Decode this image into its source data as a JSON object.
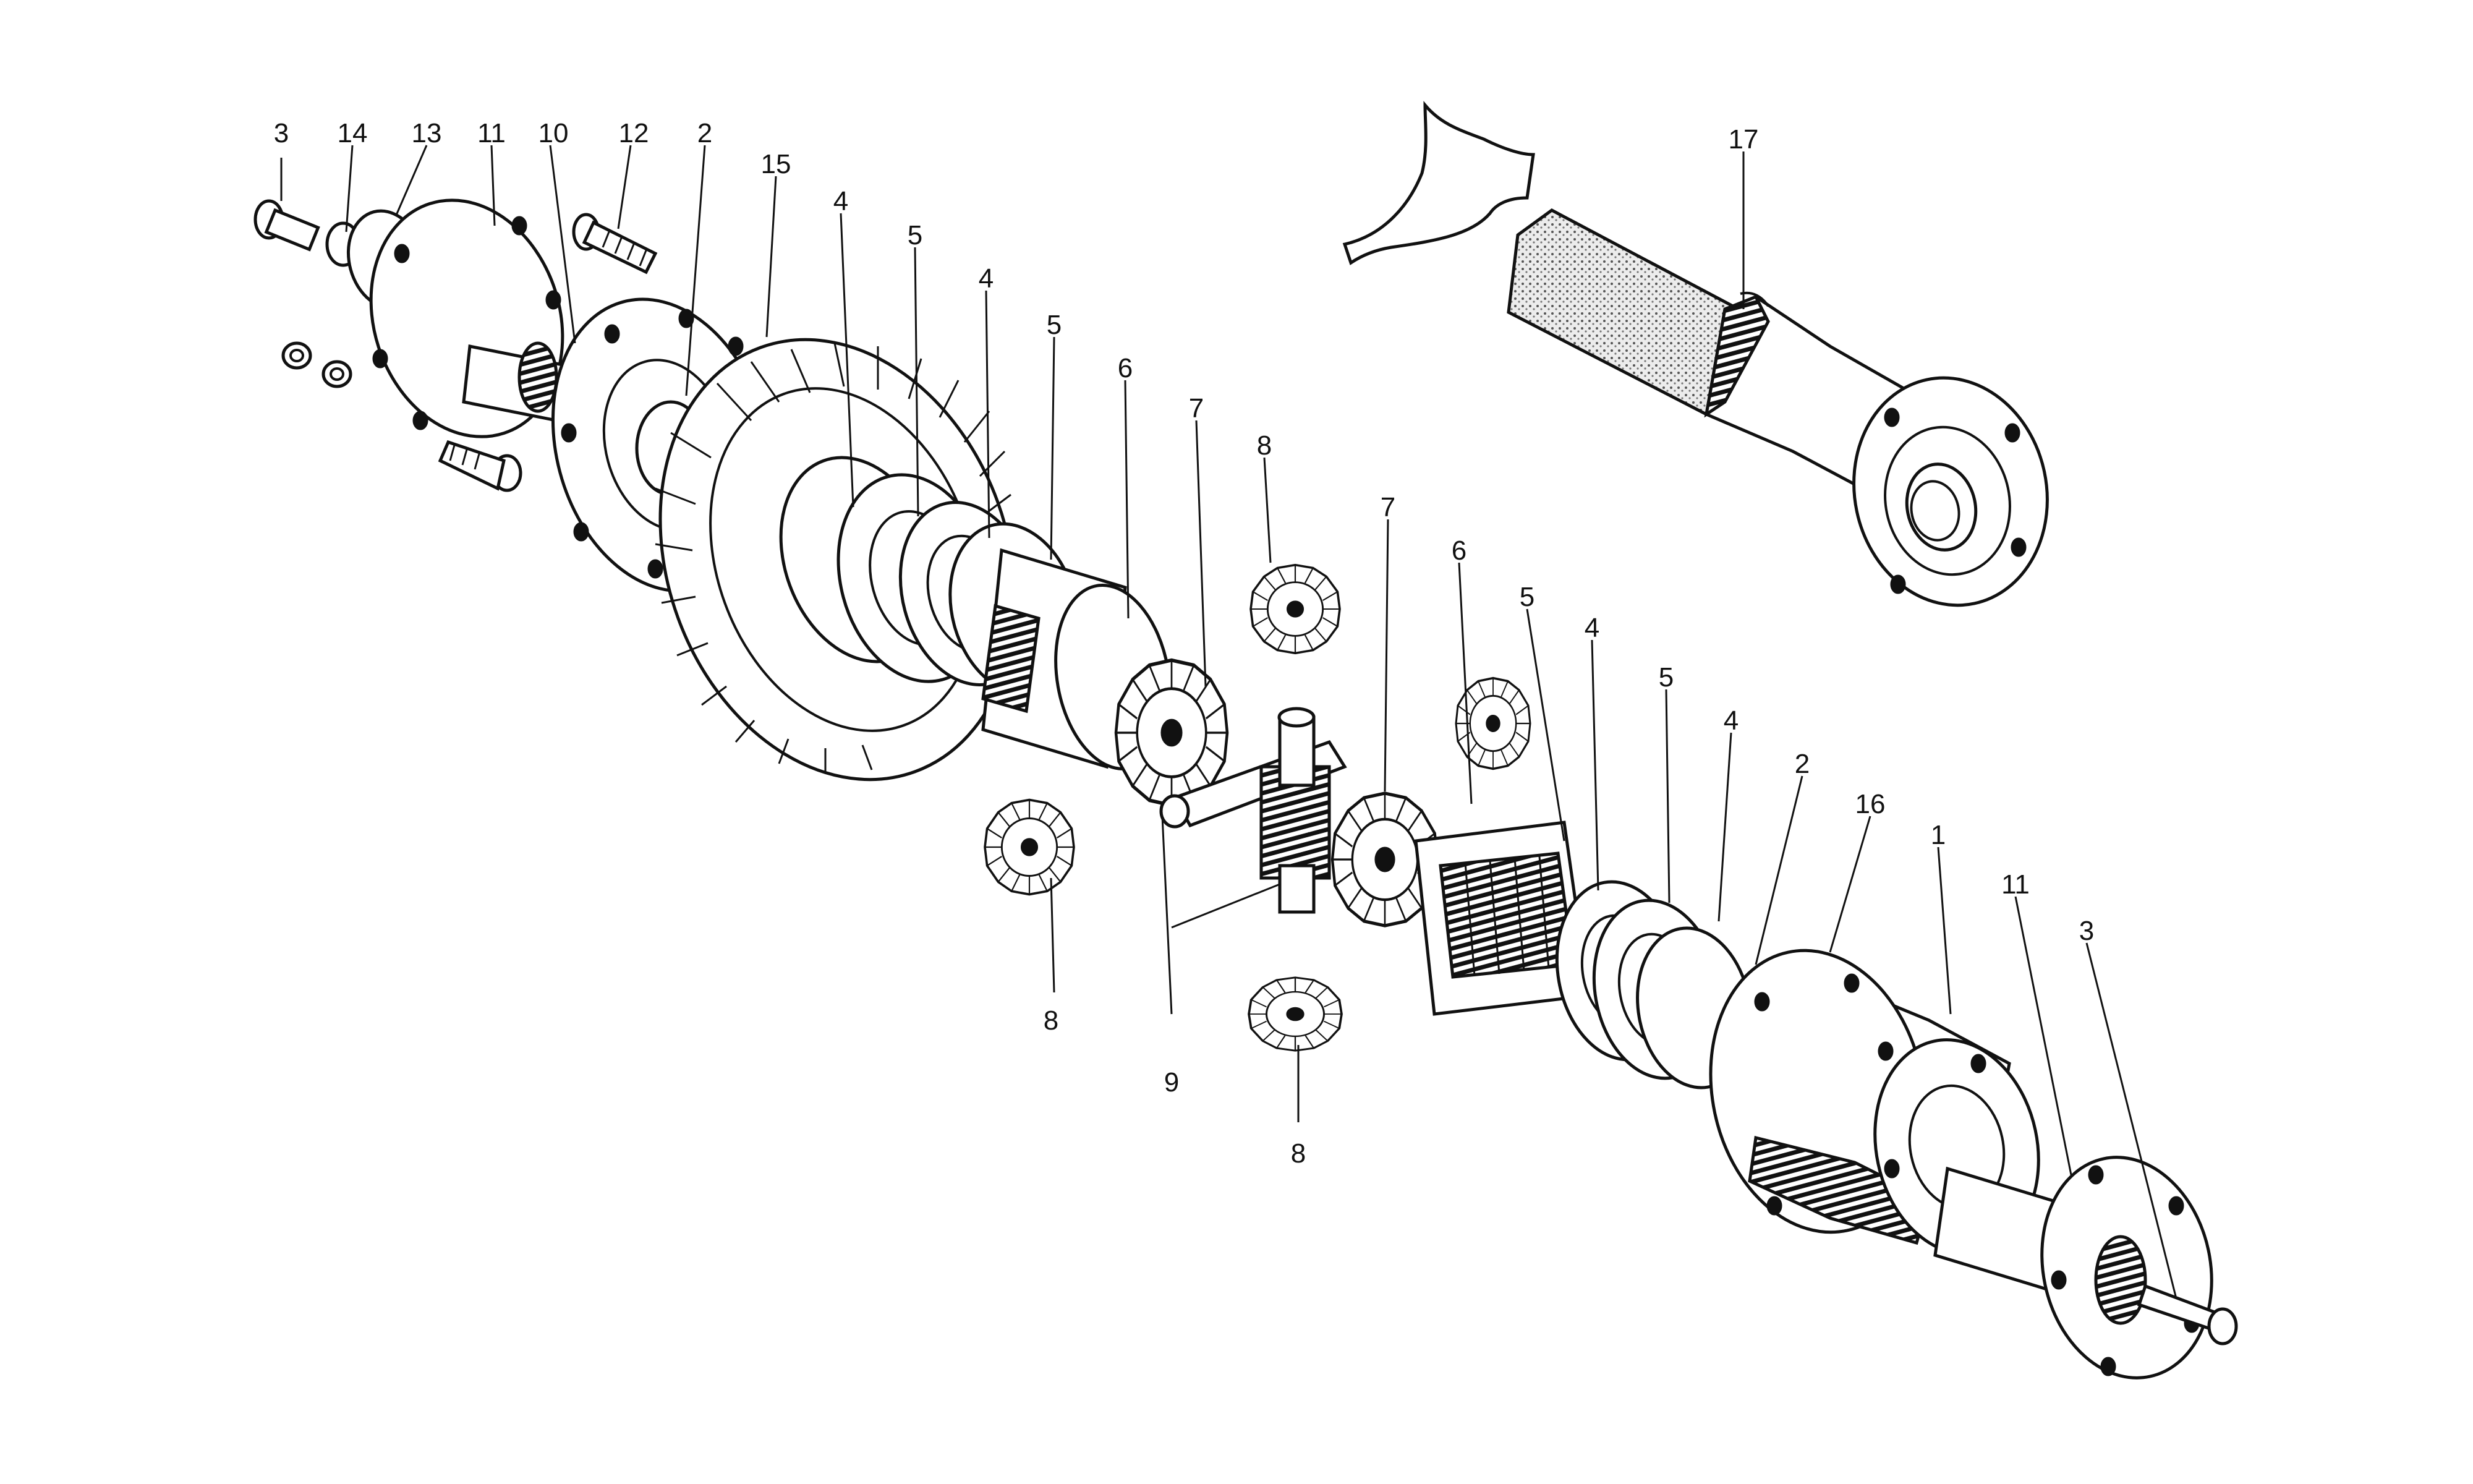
{
  "labels": [
    {
      "key": "l-3-left",
      "text": "3"
    },
    {
      "key": "l-14",
      "text": "14"
    },
    {
      "key": "l-13",
      "text": "13"
    },
    {
      "key": "l-11-left",
      "text": "11"
    },
    {
      "key": "l-10",
      "text": "10"
    },
    {
      "key": "l-12",
      "text": "12"
    },
    {
      "key": "l-2-left",
      "text": "2"
    },
    {
      "key": "l-15",
      "text": "15"
    },
    {
      "key": "l-4-a",
      "text": "4"
    },
    {
      "key": "l-5-a",
      "text": "5"
    },
    {
      "key": "l-4-b",
      "text": "4"
    },
    {
      "key": "l-5-b",
      "text": "5"
    },
    {
      "key": "l-6-left",
      "text": "6"
    },
    {
      "key": "l-7-left",
      "text": "7"
    },
    {
      "key": "l-8-top",
      "text": "8"
    },
    {
      "key": "l-17",
      "text": "17"
    },
    {
      "key": "l-7-right",
      "text": "7"
    },
    {
      "key": "l-6-right",
      "text": "6"
    },
    {
      "key": "l-5-c",
      "text": "5"
    },
    {
      "key": "l-4-c",
      "text": "4"
    },
    {
      "key": "l-5-d",
      "text": "5"
    },
    {
      "key": "l-4-d",
      "text": "4"
    },
    {
      "key": "l-2-right",
      "text": "2"
    },
    {
      "key": "l-16",
      "text": "16"
    },
    {
      "key": "l-1",
      "text": "1"
    },
    {
      "key": "l-11-right",
      "text": "11"
    },
    {
      "key": "l-3-right",
      "text": "3"
    },
    {
      "key": "l-8-left",
      "text": "8"
    },
    {
      "key": "l-9",
      "text": "9"
    },
    {
      "key": "l-8-bottom",
      "text": "8"
    }
  ]
}
